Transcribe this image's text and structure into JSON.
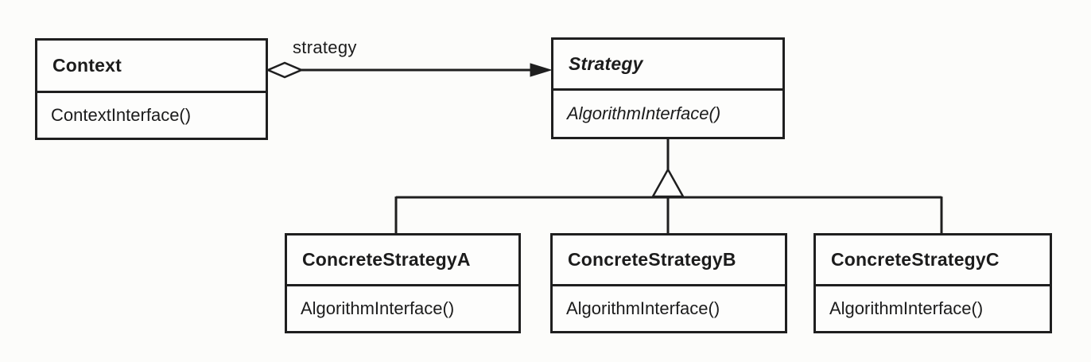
{
  "classes": {
    "context": {
      "name": "Context",
      "methods": [
        "ContextInterface()"
      ]
    },
    "strategy": {
      "name": "Strategy",
      "methods": [
        "AlgorithmInterface()"
      ]
    },
    "concrete_a": {
      "name": "ConcreteStrategyA",
      "methods": [
        "AlgorithmInterface()"
      ]
    },
    "concrete_b": {
      "name": "ConcreteStrategyB",
      "methods": [
        "AlgorithmInterface()"
      ]
    },
    "concrete_c": {
      "name": "ConcreteStrategyC",
      "methods": [
        "AlgorithmInterface()"
      ]
    }
  },
  "relations": {
    "aggregation_label": "strategy"
  },
  "colors": {
    "line": "#1f1f1f",
    "paper": "#fcfcfa"
  }
}
